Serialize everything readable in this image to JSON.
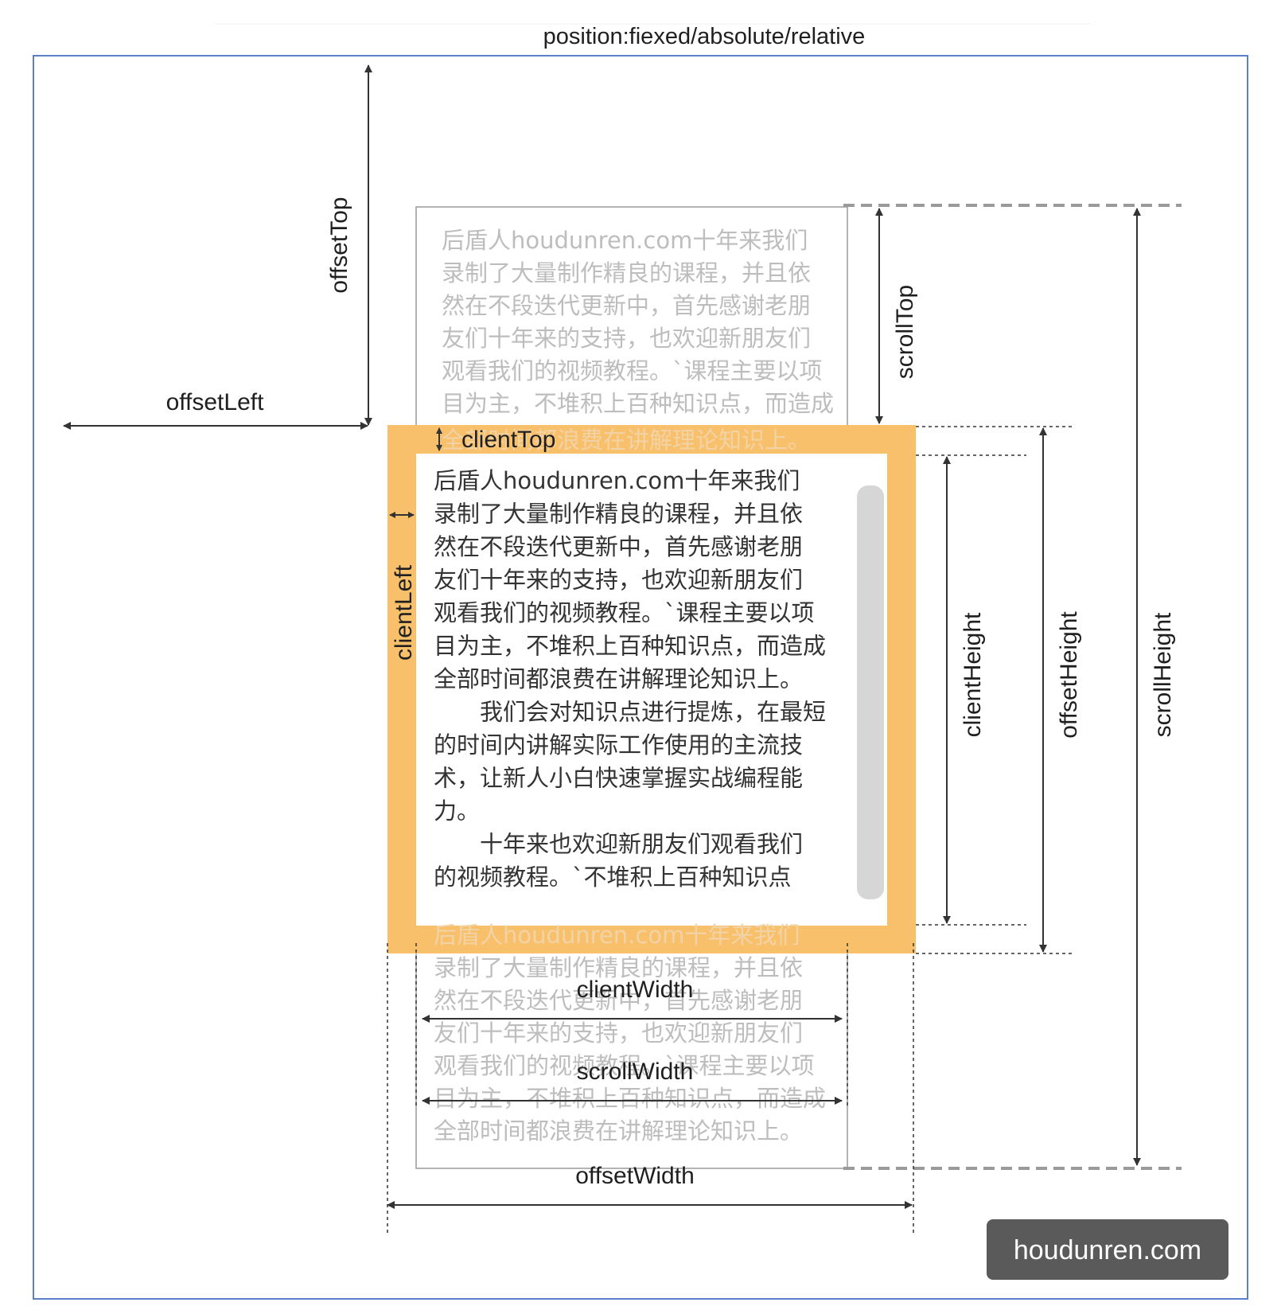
{
  "header": {
    "title": "position:fiexed/absolute/relative"
  },
  "labels": {
    "offsetTop": "offsetTop",
    "offsetLeft": "offsetLeft",
    "clientTop": "clientTop",
    "clientLeft": "clientLeft",
    "scrollTop": "scrollTop",
    "clientHeight": "clientHeight",
    "offsetHeight": "offsetHeight",
    "scrollHeight": "scrollHeight",
    "clientWidth": "clientWidth",
    "scrollWidth": "scrollWidth",
    "offsetWidth": "offsetWidth"
  },
  "faded_top_lines": [
    "后盾人houdunren.com十年来我们",
    "录制了大量制作精良的课程，并且依",
    "然在不段迭代更新中，首先感谢老朋",
    "友们十年来的支持，也欢迎新朋友们",
    "观看我们的视频教程。`课程主要以项",
    "目为主，不堆积上百种知识点，而造成",
    "全部时间都浪费在讲解理论知识上。"
  ],
  "content_lines": [
    "后盾人houdunren.com十年来我们",
    "录制了大量制作精良的课程，并且依",
    "然在不段迭代更新中，首先感谢老朋",
    "友们十年来的支持，也欢迎新朋友们",
    "观看我们的视频教程。`课程主要以项",
    "目为主，不堆积上百种知识点，而造成",
    "全部时间都浪费在讲解理论知识上。",
    "　　我们会对知识点进行提炼，在最短",
    "的时间内讲解实际工作使用的主流技",
    "术，让新人小白快速掌握实战编程能",
    "力。",
    "　　十年来也欢迎新朋友们观看我们",
    "的视频教程。`不堆积上百种知识点"
  ],
  "faded_bottom_lines": [
    "后盾人houdunren.com十年来我们",
    "录制了大量制作精良的课程，并且依",
    "然在不段迭代更新中，首先感谢老朋",
    "友们十年来的支持，也欢迎新朋友们",
    "观看我们的视频教程。`课程主要以项",
    "目为主，不堆积上百种知识点，而造成",
    "全部时间都浪费在讲解理论知识上。"
  ],
  "brand": {
    "text": "houdunren.com"
  },
  "colors": {
    "outer_border": "#5b7fc9",
    "border_orange": "#f9c06b",
    "scrollbar": "#d6d6d6",
    "brand_bg": "#5a5a5a",
    "arrow": "#333333"
  }
}
